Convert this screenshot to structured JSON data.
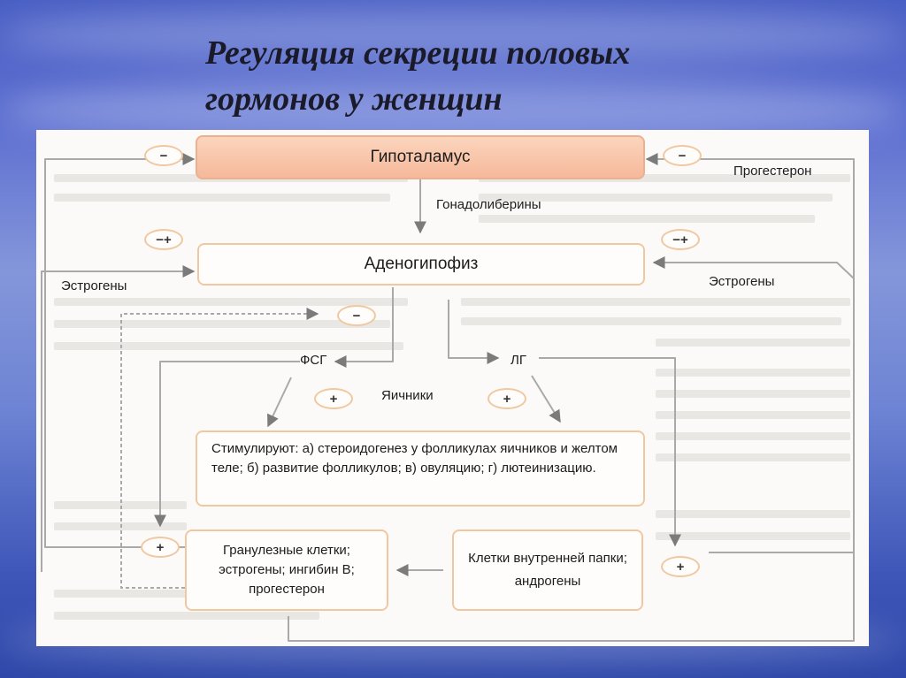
{
  "title": {
    "line1": "Регуляция секреции половых",
    "line2": "гормонов у женщин"
  },
  "boxes": {
    "hypothalamus": "Гипоталамус",
    "adenohypophysis": "Аденогипофиз",
    "stimulate": "Стимулируют: а) стероидогенез у фолликулах яичников и желтом теле; б) развитие фолликулов; в) овуляцию; г) лютеинизацию.",
    "granulosa": "Гранулезные клетки; эстрогены; ингибин B; прогестерон",
    "theca": "Клетки внутренней папки; андрогены"
  },
  "labels": {
    "gonadoliberins": "Гонадолиберины",
    "progesterone": "Прогестерон",
    "estrogens_left": "Эстрогены",
    "estrogens_right": "Эстрогены",
    "fsh": "ФСГ",
    "lh": "ЛГ",
    "ovaries": "Яичники"
  },
  "signs": {
    "hyp_left": "−",
    "hyp_right": "−",
    "adeno_left": "−+",
    "adeno_right": "−+",
    "fsh_inhibit": "−",
    "fsh_plus": "+",
    "lh_plus": "+",
    "granulosa_plus": "+",
    "theca_plus": "+"
  }
}
